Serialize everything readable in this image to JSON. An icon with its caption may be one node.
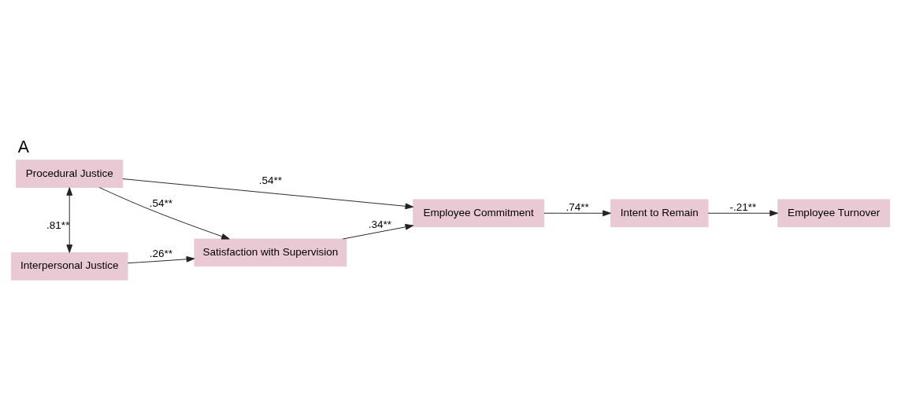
{
  "diagram": {
    "title": "A",
    "nodes": [
      {
        "text": [
          "Procedural Justice"
        ]
      },
      {
        "text": [
          "Employee Commitment"
        ]
      },
      {
        "text": [
          "Intent to Remain"
        ]
      },
      {
        "text": [
          "Employee Turnover"
        ]
      },
      {
        "text": [
          "Satisfaction with Supervision"
        ]
      },
      {
        "text": [
          "Interpersonal Justice"
        ]
      }
    ],
    "edges": [
      {
        "from": 0,
        "to": 1,
        "arrow": "to",
        "label": ".54**"
      },
      {
        "from": 1,
        "to": 2,
        "arrow": "to",
        "label": ".74**"
      },
      {
        "from": 2,
        "to": 3,
        "arrow": "to",
        "label": "-.21**"
      },
      {
        "from": 0,
        "to": 4,
        "arrow": "to",
        "label": ".54**"
      },
      {
        "from": 4,
        "to": 1,
        "arrow": "to",
        "label": ".34**"
      },
      {
        "from": 0,
        "to": 5,
        "arrow": "both",
        "label": ".81**"
      },
      {
        "from": 5,
        "to": 4,
        "arrow": "to",
        "label": ".26**"
      }
    ]
  }
}
